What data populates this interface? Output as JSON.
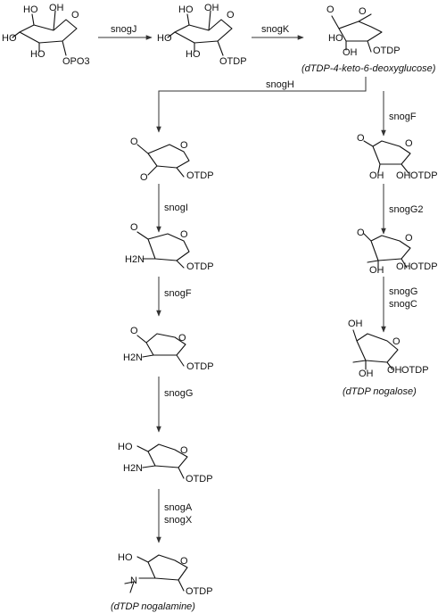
{
  "enzymes": {
    "j": "snogJ",
    "k": "snogK",
    "h": "snogH",
    "f_right": "snogF",
    "g2": "snogG2",
    "g_right": "snogG",
    "c": "snogC",
    "i": "snogI",
    "f_left": "snogF",
    "g_left": "snogG",
    "a": "snogA",
    "x": "snogX"
  },
  "compound_names": {
    "keto_deoxyglucose": "(dTDP-4-keto-6-deoxyglucose)",
    "nogalose": "(dTDP nogalose)",
    "nogalamine": "(dTDP nogalamine)"
  },
  "atoms": {
    "oh": "OH",
    "ho": "HO",
    "o": "O",
    "opo3": "OPO3",
    "otdp": "OTDP",
    "h2n": "H2N",
    "n": "N"
  }
}
